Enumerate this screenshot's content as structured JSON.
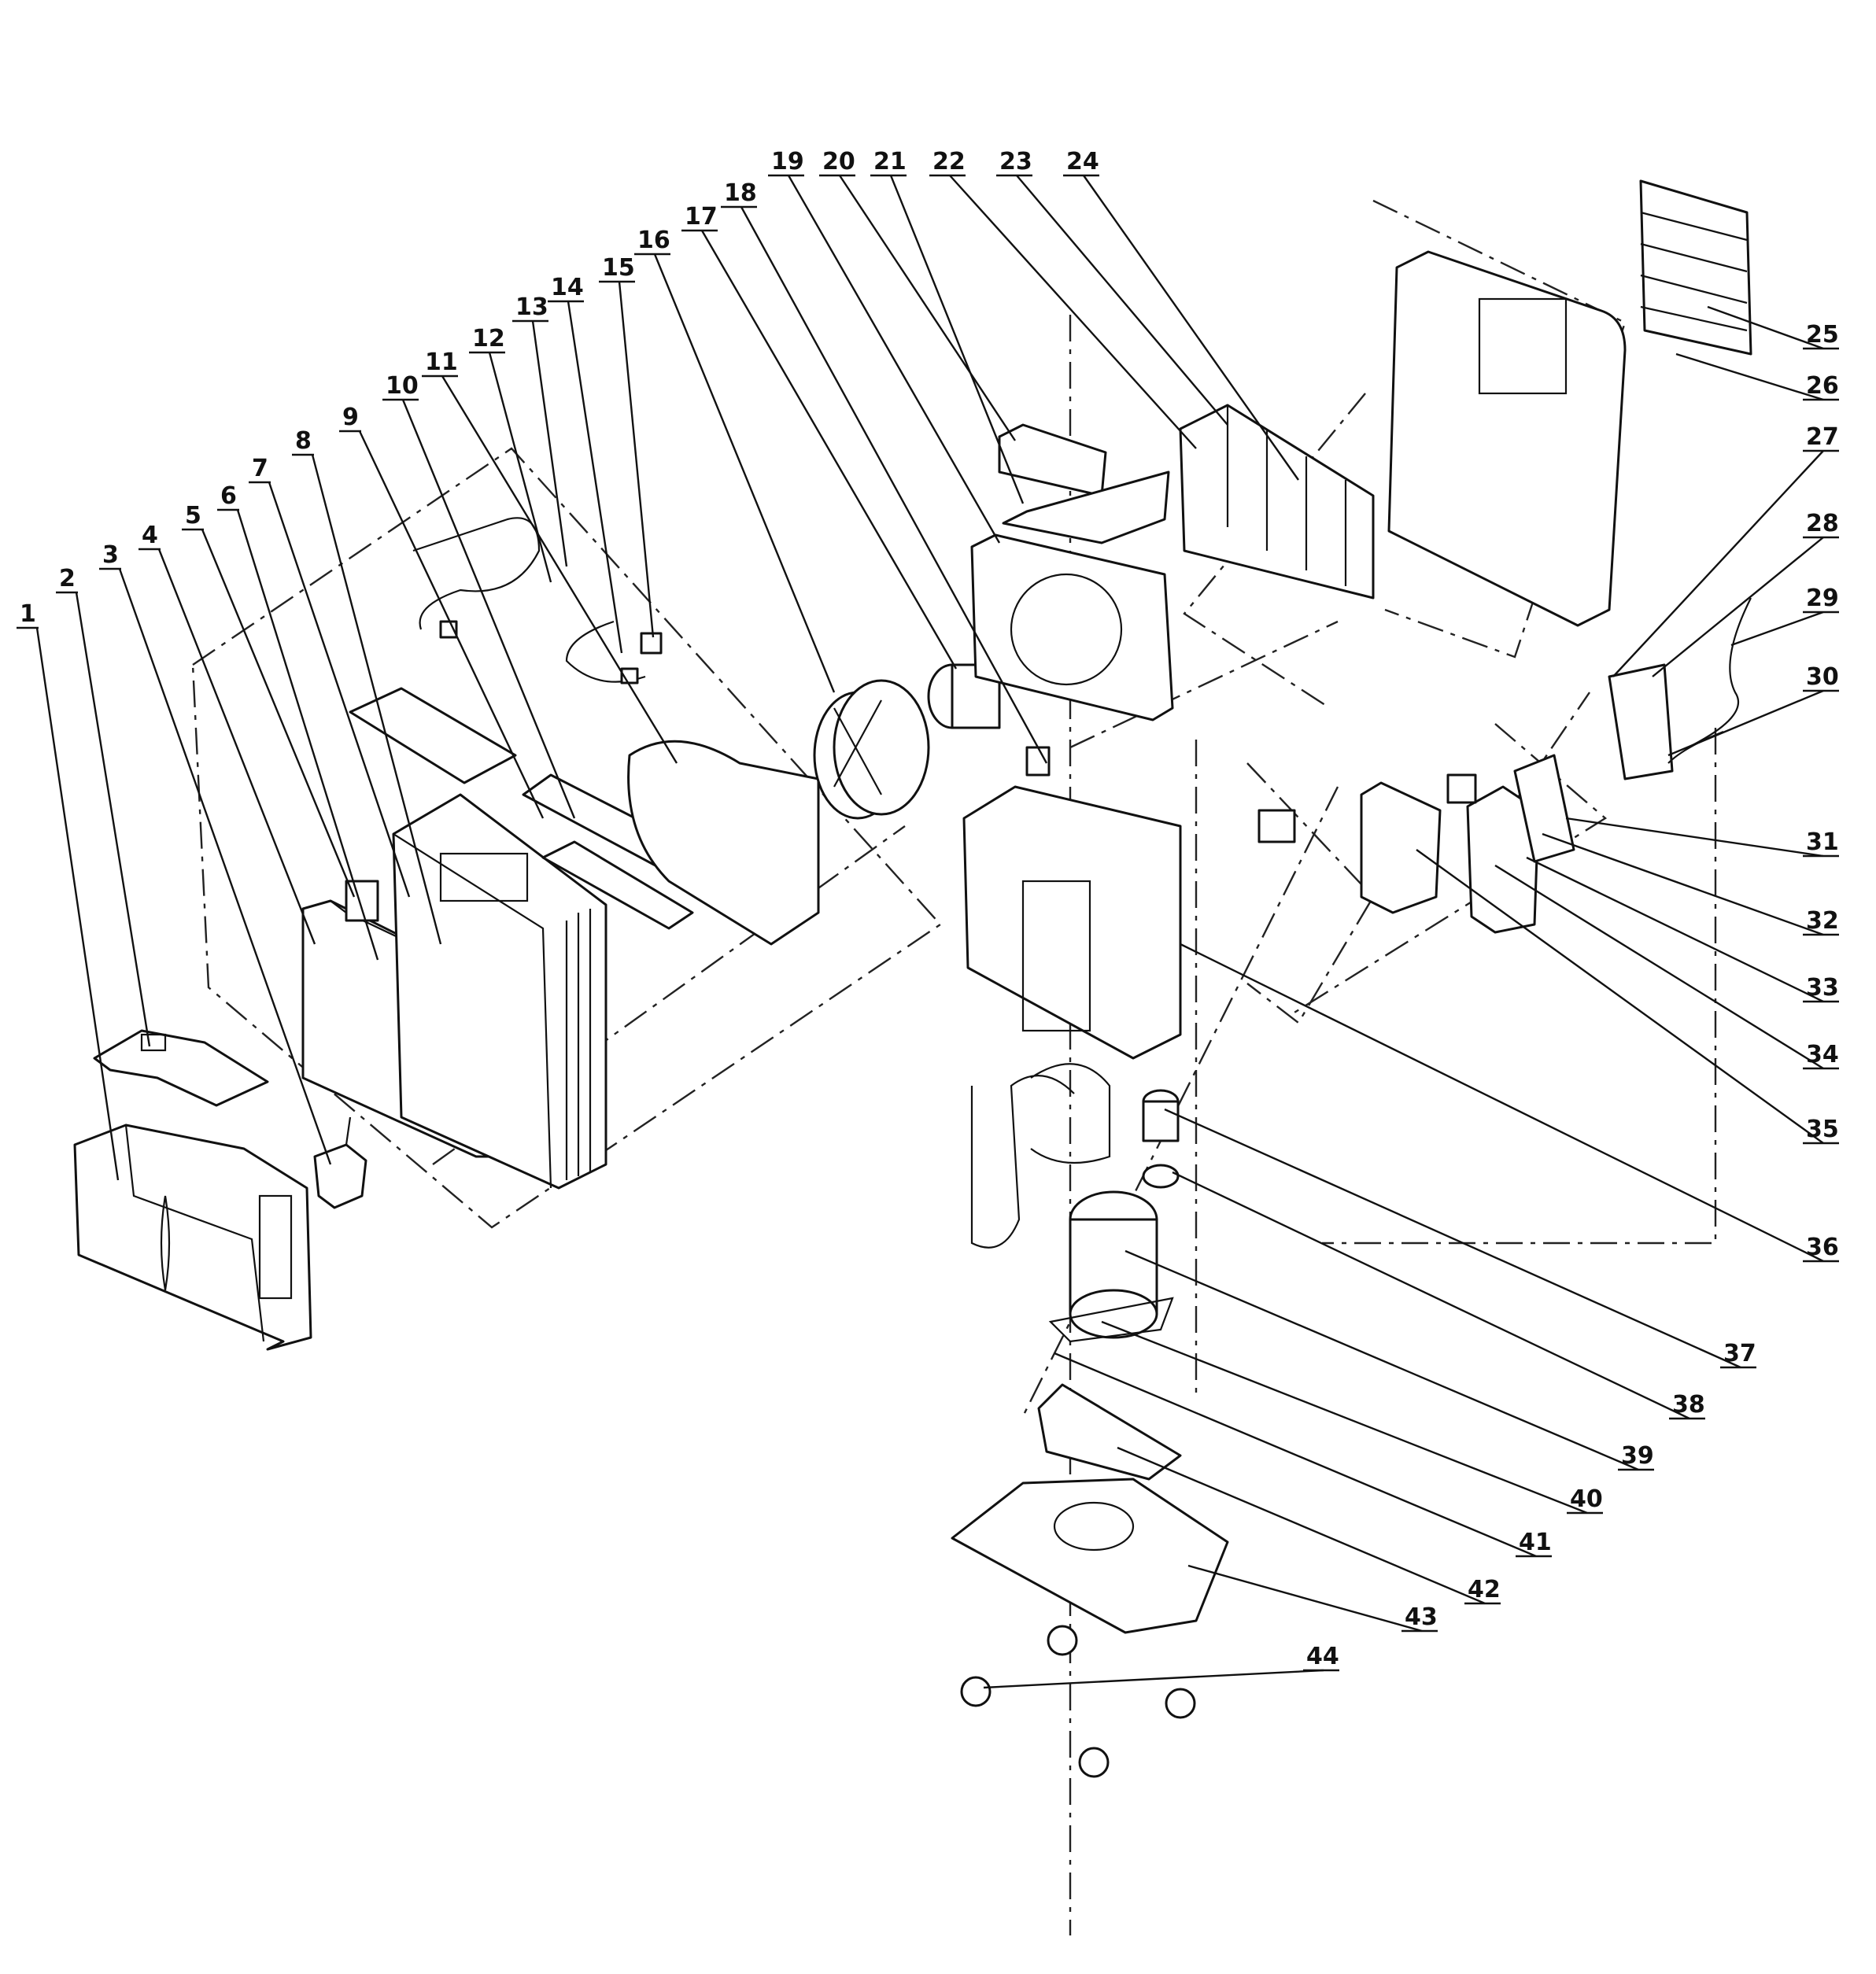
{
  "callouts": [
    {
      "n": "1"
    },
    {
      "n": "2"
    },
    {
      "n": "3"
    },
    {
      "n": "4"
    },
    {
      "n": "5"
    },
    {
      "n": "6"
    },
    {
      "n": "7"
    },
    {
      "n": "8"
    },
    {
      "n": "9"
    },
    {
      "n": "10"
    },
    {
      "n": "11"
    },
    {
      "n": "12"
    },
    {
      "n": "13"
    },
    {
      "n": "14"
    },
    {
      "n": "15"
    },
    {
      "n": "16"
    },
    {
      "n": "17"
    },
    {
      "n": "18"
    },
    {
      "n": "19"
    },
    {
      "n": "20"
    },
    {
      "n": "21"
    },
    {
      "n": "22"
    },
    {
      "n": "23"
    },
    {
      "n": "24"
    },
    {
      "n": "25"
    },
    {
      "n": "26"
    },
    {
      "n": "27"
    },
    {
      "n": "28"
    },
    {
      "n": "29"
    },
    {
      "n": "30"
    },
    {
      "n": "31"
    },
    {
      "n": "32"
    },
    {
      "n": "33"
    },
    {
      "n": "34"
    },
    {
      "n": "35"
    },
    {
      "n": "36"
    },
    {
      "n": "37"
    },
    {
      "n": "38"
    },
    {
      "n": "39"
    },
    {
      "n": "40"
    },
    {
      "n": "41"
    },
    {
      "n": "42"
    },
    {
      "n": "43"
    },
    {
      "n": "44"
    }
  ]
}
